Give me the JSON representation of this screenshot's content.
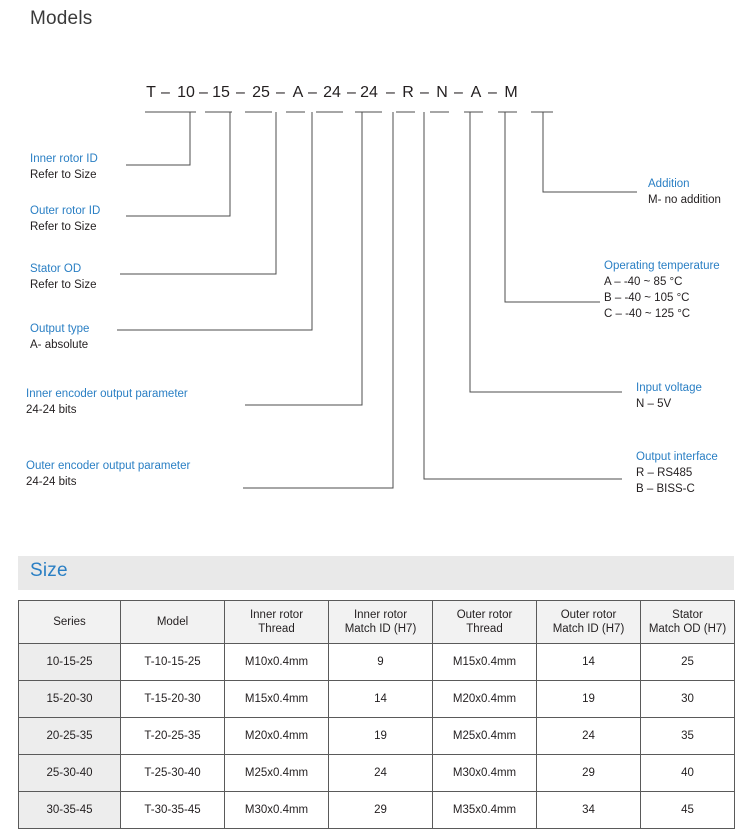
{
  "sections": {
    "models_title": "Models",
    "size_title": "Size"
  },
  "model_code": {
    "segments": [
      "T",
      "10",
      "15",
      "25",
      "A",
      "24",
      "24",
      "R",
      "N",
      "A",
      "M"
    ],
    "separator": "–"
  },
  "callouts_left": [
    {
      "head": "Inner rotor ID",
      "sub": "Refer to Size"
    },
    {
      "head": "Outer rotor ID",
      "sub": "Refer to Size"
    },
    {
      "head": "Stator OD",
      "sub": "Refer to Size"
    },
    {
      "head": "Output type",
      "sub": "A- absolute"
    },
    {
      "head": "Inner encoder output parameter",
      "sub": "24-24 bits"
    },
    {
      "head": "Outer encoder output parameter",
      "sub": "24-24 bits"
    }
  ],
  "callouts_right": [
    {
      "head": "Addition",
      "lines": [
        "M- no addition"
      ]
    },
    {
      "head": "Operating temperature",
      "lines": [
        "A – -40 ~ 85 °C",
        "B – -40 ~ 105 °C",
        "C – -40 ~ 125 °C"
      ]
    },
    {
      "head": "Input voltage",
      "lines": [
        "N – 5V"
      ]
    },
    {
      "head": "Output interface",
      "lines": [
        "R – RS485",
        "B – BISS-C"
      ]
    }
  ],
  "size_table": {
    "headers": [
      "Series",
      "Model",
      "Inner rotor\nThread",
      "Inner rotor\nMatch ID (H7)",
      "Outer rotor\nThread",
      "Outer rotor\nMatch ID (H7)",
      "Stator\nMatch OD (H7)"
    ],
    "rows": [
      [
        "10-15-25",
        "T-10-15-25",
        "M10x0.4mm",
        "9",
        "M15x0.4mm",
        "14",
        "25"
      ],
      [
        "15-20-30",
        "T-15-20-30",
        "M15x0.4mm",
        "14",
        "M20x0.4mm",
        "19",
        "30"
      ],
      [
        "20-25-35",
        "T-20-25-35",
        "M20x0.4mm",
        "19",
        "M25x0.4mm",
        "24",
        "35"
      ],
      [
        "25-30-40",
        "T-25-30-40",
        "M25x0.4mm",
        "24",
        "M30x0.4mm",
        "29",
        "40"
      ],
      [
        "30-35-45",
        "T-30-35-45",
        "M30x0.4mm",
        "29",
        "M35x0.4mm",
        "34",
        "45"
      ]
    ]
  },
  "colors": {
    "accent_blue": "#2a7fc4",
    "text_dark": "#231f20",
    "line": "#4d4d4d",
    "banner_bg": "#e9e9e9"
  }
}
